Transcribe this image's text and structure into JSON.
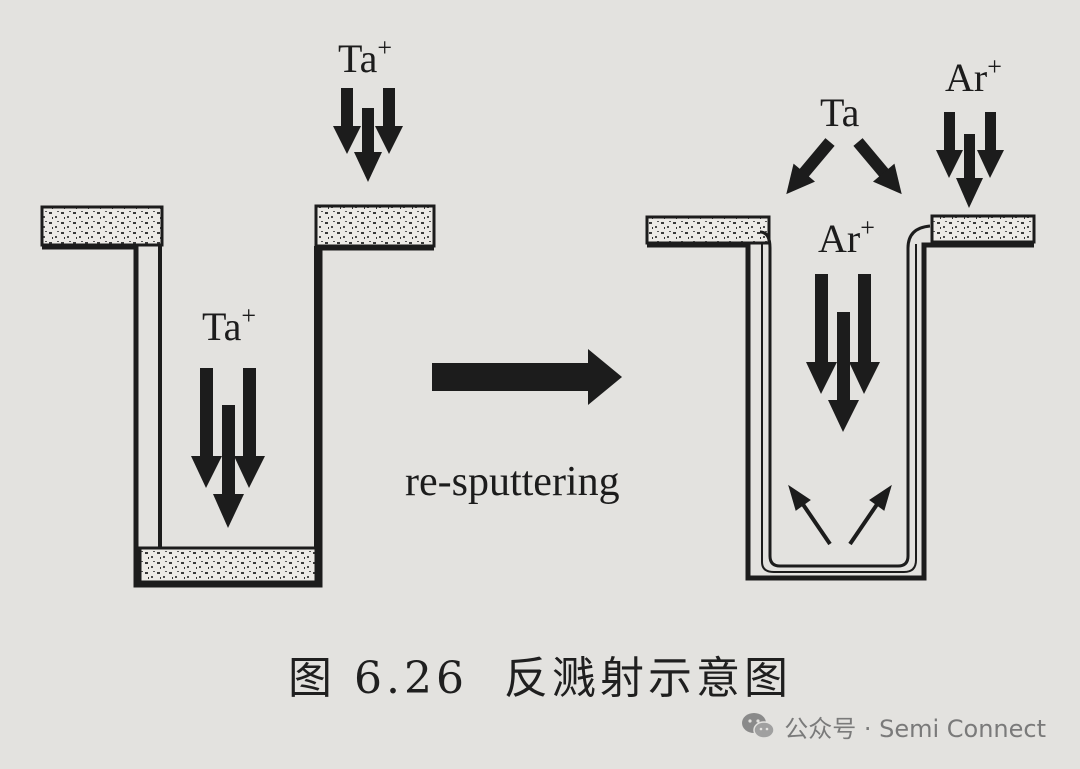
{
  "left": {
    "label_top": "Ta",
    "label_top_sup": "+",
    "label_inside": "Ta",
    "label_inside_sup": "+"
  },
  "middle": {
    "arrow_label": "re-sputtering"
  },
  "right": {
    "label_ta": "Ta",
    "label_ar_top": "Ar",
    "label_ar_top_sup": "+",
    "label_ar_inside": "Ar",
    "label_ar_inside_sup": "+"
  },
  "caption": {
    "number": "图 6.26",
    "text": "反溅射示意图"
  },
  "watermark": {
    "text": "公众号 · Semi Connect"
  },
  "colors": {
    "background": "#e3e2df",
    "ink": "#1c1c1c",
    "watermark": "#7a7a7a"
  }
}
